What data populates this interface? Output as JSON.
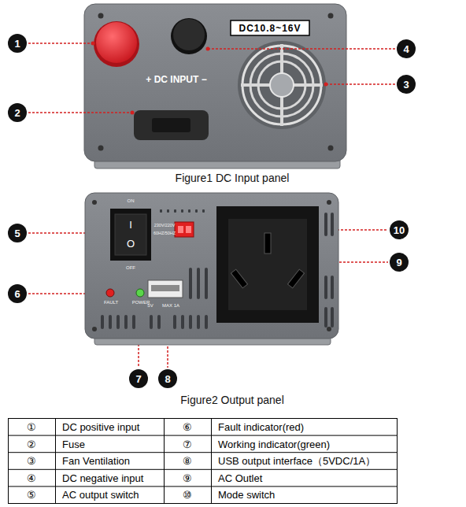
{
  "diagram": {
    "labels": [
      "DC10.8~16V",
      "+ DC INPUT −",
      "1",
      "2",
      "3",
      "4",
      "Figure1 DC Input panel",
      "ON",
      "I",
      "O",
      "OFF",
      "230V/220V",
      "60HZ/50HZ",
      "FAULT",
      "POWER",
      "5V",
      "MAX 1A",
      "5",
      "6",
      "7",
      "8",
      "9",
      "10",
      "Figure2 Output panel",
      "①",
      "DC positive input",
      "⑥",
      "Fault indicator(red)",
      "②",
      "Fuse",
      "⑦",
      "Working indicator(green)",
      "③",
      "Fan Ventilation",
      "⑧",
      "USB output interface（5VDC/1A）",
      "④",
      "DC negative input",
      "⑨",
      "AC Outlet",
      "⑤",
      "AC output switch",
      "⑩",
      "Mode switch"
    ]
  }
}
